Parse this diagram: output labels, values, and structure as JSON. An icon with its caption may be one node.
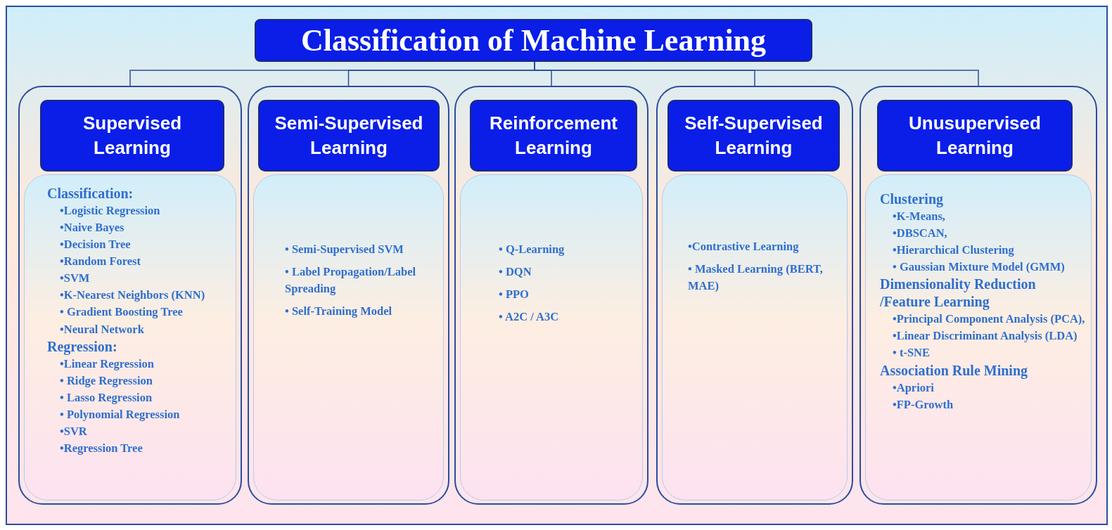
{
  "diagram": {
    "nodes": [
      {
        "text": [
          "Classification of Machine Learning"
        ]
      },
      {
        "text": [],
        "shape": "box"
      },
      {
        "text": [
          "Supervised Learning"
        ],
        "in": 1
      },
      {
        "text": [
          "Classification:",
          "•Logistic Regression",
          "•Naive Bayes",
          "•Decision Tree",
          "•Random Forest",
          "•SVM",
          "•K-Nearest Neighbors (KNN)",
          "• Gradient Boosting Tree",
          "•Neural Network",
          "Regression:",
          "•Linear Regression",
          "• Ridge Regression",
          "• Lasso Regression",
          "• Polynomial Regression",
          "•SVR",
          "•Regression Tree"
        ],
        "in": 1
      },
      {
        "text": [],
        "shape": "box"
      },
      {
        "text": [
          "Semi-Supervised Learning"
        ],
        "in": 4
      },
      {
        "text": [
          "• Semi-Supervised SVM",
          "• Label Propagation/Label Spreading",
          "• Self-Training Model"
        ],
        "in": 4
      },
      {
        "text": [],
        "shape": "box"
      },
      {
        "text": [
          "Reinforcement Learning"
        ],
        "in": 7
      },
      {
        "text": [
          "• Q-Learning",
          "• DQN",
          "• PPO",
          "• A2C / A3C"
        ],
        "in": 7
      },
      {
        "text": [],
        "shape": "box"
      },
      {
        "text": [
          "Self-Supervised Learning"
        ],
        "in": 10
      },
      {
        "text": [
          "•Contrastive Learning",
          "• Masked Learning (BERT, MAE)"
        ],
        "in": 10
      },
      {
        "text": [],
        "shape": "box"
      },
      {
        "text": [
          "Unusupervised Learning"
        ],
        "in": 13
      },
      {
        "text": [
          "Clustering",
          "•K-Means,",
          "•DBSCAN,",
          "•Hierarchical Clustering",
          "• Gaussian Mixture Model (GMM)",
          "Dimensionality Reduction /Feature Learning",
          "•Principal Component Analysis (PCA),",
          "•Linear Discriminant Analysis (LDA)",
          "• t-SNE",
          "Association Rule Mining",
          "•Apriori",
          "•FP-Growth"
        ],
        "in": 13
      }
    ],
    "edges": [
      {
        "from": 0,
        "to": 1,
        "arrow": "none"
      },
      {
        "from": 0,
        "to": 4,
        "arrow": "none"
      },
      {
        "from": 0,
        "to": 7,
        "arrow": "none"
      },
      {
        "from": 0,
        "to": 10,
        "arrow": "none"
      },
      {
        "from": 0,
        "to": 13,
        "arrow": "none"
      }
    ]
  }
}
